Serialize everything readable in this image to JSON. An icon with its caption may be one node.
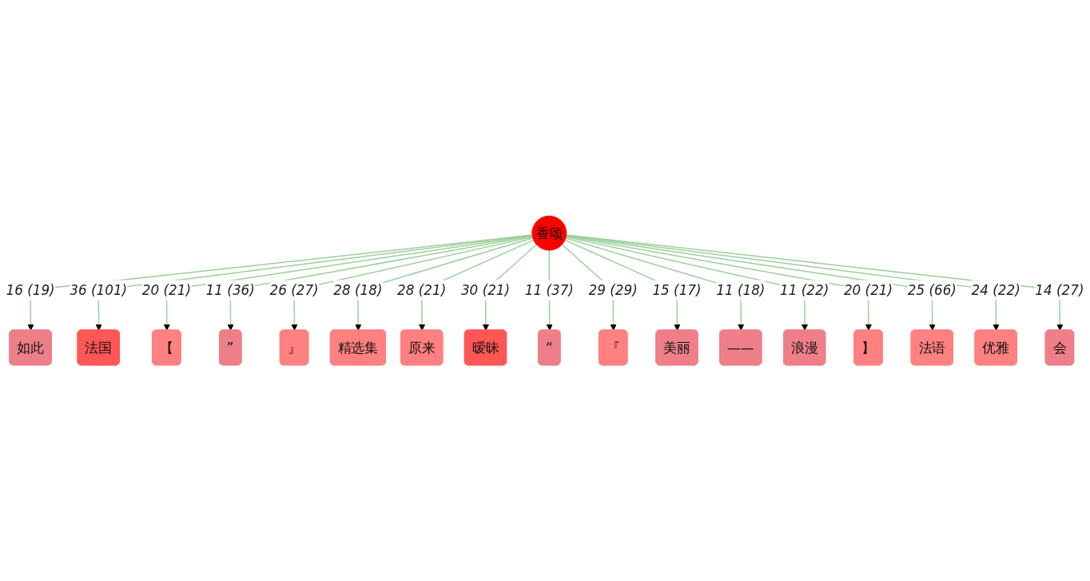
{
  "diagram": {
    "nodes": [
      {
        "text": [
          "如此"
        ]
      },
      {
        "text": [
          "法国"
        ]
      },
      {
        "text": [
          "【"
        ]
      },
      {
        "text": [
          "”"
        ]
      },
      {
        "text": [
          "』"
        ]
      },
      {
        "text": [
          "精选集"
        ]
      },
      {
        "text": [
          "原来"
        ]
      },
      {
        "text": [
          "香颂"
        ]
      },
      {
        "text": [
          "暧昧"
        ]
      },
      {
        "text": [
          "“"
        ]
      },
      {
        "text": [
          "『"
        ]
      },
      {
        "text": [
          "美丽"
        ]
      },
      {
        "text": [
          "——"
        ]
      },
      {
        "text": [
          "浪漫"
        ]
      },
      {
        "text": [
          "】"
        ]
      },
      {
        "text": [
          "法语"
        ]
      },
      {
        "text": [
          "优雅"
        ]
      },
      {
        "text": [
          "会"
        ]
      }
    ],
    "edges": [
      {
        "from": 7,
        "to": 0,
        "arrow": "to",
        "label": "16 (19)"
      },
      {
        "from": 7,
        "to": 1,
        "arrow": "to",
        "label": "36 (101)"
      },
      {
        "from": 7,
        "to": 2,
        "arrow": "to",
        "label": "20 (21)"
      },
      {
        "from": 7,
        "to": 3,
        "arrow": "to",
        "label": "11 (36)"
      },
      {
        "from": 7,
        "to": 4,
        "arrow": "to",
        "label": "26 (27)"
      },
      {
        "from": 7,
        "to": 5,
        "arrow": "to",
        "label": "28 (18)"
      },
      {
        "from": 7,
        "to": 6,
        "arrow": "to",
        "label": "28 (21)"
      },
      {
        "from": 7,
        "to": 8,
        "arrow": "to",
        "label": "30 (21)"
      },
      {
        "from": 7,
        "to": 9,
        "arrow": "to",
        "label": "11 (37)"
      },
      {
        "from": 7,
        "to": 10,
        "arrow": "to",
        "label": "29 (29)"
      },
      {
        "from": 7,
        "to": 11,
        "arrow": "to",
        "label": "15 (17)"
      },
      {
        "from": 7,
        "to": 12,
        "arrow": "to",
        "label": "11 (18)"
      },
      {
        "from": 7,
        "to": 13,
        "arrow": "to",
        "label": "11 (22)"
      },
      {
        "from": 7,
        "to": 14,
        "arrow": "to",
        "label": "20 (21)"
      },
      {
        "from": 7,
        "to": 15,
        "arrow": "to",
        "label": "25 (66)"
      },
      {
        "from": 7,
        "to": 16,
        "arrow": "to",
        "label": "24 (22)"
      },
      {
        "from": 7,
        "to": 17,
        "arrow": "to",
        "label": "14 (27)"
      }
    ]
  }
}
